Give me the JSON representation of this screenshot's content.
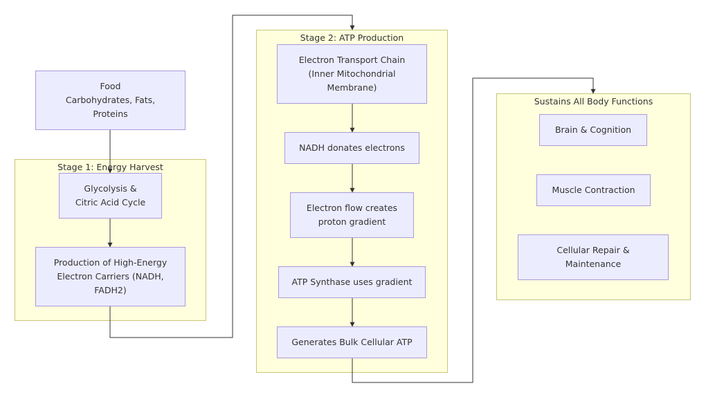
{
  "clusters": {
    "stage1": {
      "title": "Stage 1: Energy Harvest"
    },
    "stage2": {
      "title": "Stage 2: ATP Production"
    },
    "body": {
      "title": "Sustains All Body Functions"
    }
  },
  "nodes": {
    "food": {
      "label": "Food\nCarbohydrates, Fats,\nProteins"
    },
    "glycolysis": {
      "label": "Glycolysis &\nCitric Acid Cycle"
    },
    "carriers": {
      "label": "Production of High-Energy\nElectron Carriers (NADH,\nFADH2)"
    },
    "etc": {
      "label": "Electron Transport Chain\n(Inner Mitochondrial\nMembrane)"
    },
    "nadh": {
      "label": "NADH donates electrons"
    },
    "flow": {
      "label": "Electron flow creates\nproton gradient"
    },
    "synthase": {
      "label": "ATP Synthase uses gradient"
    },
    "bulk_atp": {
      "label": "Generates Bulk Cellular ATP"
    },
    "brain": {
      "label": "Brain & Cognition"
    },
    "muscle": {
      "label": "Muscle Contraction"
    },
    "repair": {
      "label": "Cellular Repair &\nMaintenance"
    }
  },
  "colors": {
    "node_fill": "#ececff",
    "node_stroke": "#a99bdb",
    "cluster_fill": "#ffffde",
    "cluster_stroke": "#c6c67a",
    "edge": "#333333"
  }
}
